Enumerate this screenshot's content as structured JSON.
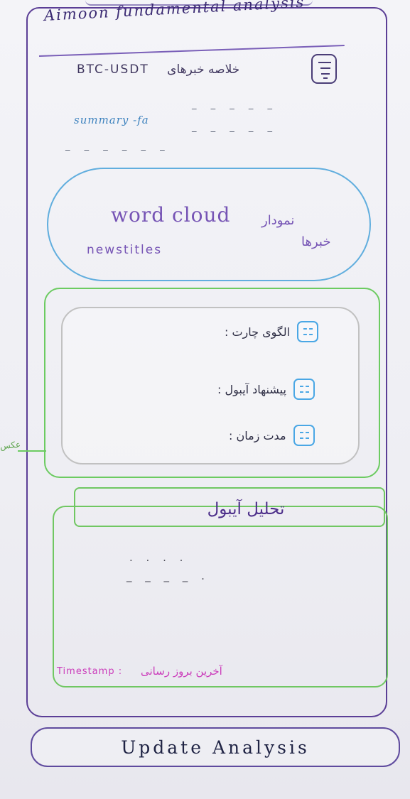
{
  "app": {
    "title": "Aimoon fundamental analysis"
  },
  "summary": {
    "symbol": "BTC-USDT",
    "heading_fa": "خلاصه خبرهای",
    "summary_text": "summary -fa",
    "dash_rows": [
      "_   _   _   _   _",
      "_   _   _   _   _",
      "_   _   _   _   _   _"
    ]
  },
  "wordcloud": {
    "title": "word cloud",
    "subtitle": "newstitles",
    "fa_line_1": "نمودار",
    "fa_line_2": "خبرها"
  },
  "tools": {
    "items": [
      {
        "label": "الگوی چارت :",
        "icon": "list-icon"
      },
      {
        "label": "پیشنهاد آیبول :",
        "icon": "list-icon"
      },
      {
        "label": "مدت زمان :",
        "icon": "list-icon"
      }
    ]
  },
  "left_note": {
    "text": "عکس"
  },
  "analysis": {
    "title": "تحلیل آیبول",
    "dashes_line_1": ".   .   .   .",
    "dashes_line_2": "_   _   _   _   ."
  },
  "timestamp": {
    "label": "Timestamp :",
    "fa_text": "آخرین بروز رسانی"
  },
  "update_button": {
    "label": "Update Analysis"
  },
  "colors": {
    "frame": "#5b3e96",
    "blue_accent": "#61aede",
    "green_accent": "#70c762",
    "pink_accent": "#cb3dbb"
  }
}
